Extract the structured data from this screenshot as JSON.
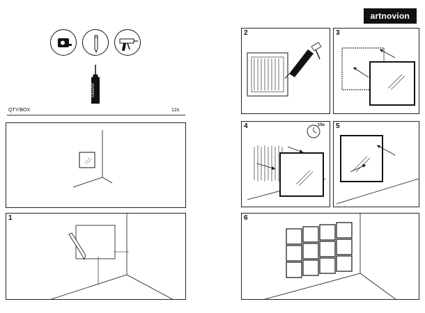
{
  "brand": {
    "name": "artnovion"
  },
  "packaging": {
    "qty_label": "QTY/BOX",
    "qty_value": "12x"
  },
  "tools": [
    {
      "icon": "tape-measure-icon"
    },
    {
      "icon": "pencil-icon"
    },
    {
      "icon": "caulking-gun-icon"
    }
  ],
  "adhesive": {
    "tube_label": "GlueArt",
    "timer_label": "15s"
  },
  "steps": [
    {
      "number": "1"
    },
    {
      "number": "2"
    },
    {
      "number": "3"
    },
    {
      "number": "4"
    },
    {
      "number": "5"
    },
    {
      "number": "6"
    }
  ]
}
